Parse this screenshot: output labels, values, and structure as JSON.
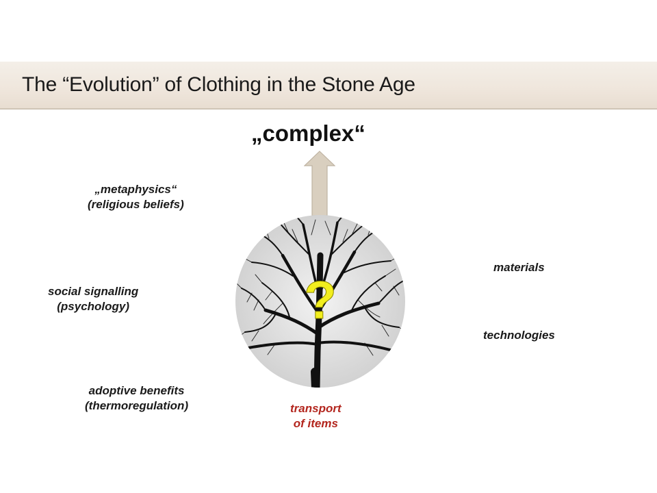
{
  "slide": {
    "title": "The “Evolution” of Clothing in the Stone Age",
    "top_label": "„complex“",
    "center_mark": "?",
    "labels": {
      "metaphysics": {
        "line1": "„metaphysics“",
        "line2": "(religious beliefs)"
      },
      "social": {
        "line1": "social signalling",
        "line2": "(psychology)"
      },
      "adoptive": {
        "line1": "adoptive benefits",
        "line2": "(thermoregulation)"
      },
      "transport": {
        "line1": "transport",
        "line2": "of items"
      },
      "materials": "materials",
      "technologies": "technologies"
    }
  },
  "colors": {
    "title_band": "#efe6dc",
    "arrow_fill": "#d9cfbf",
    "highlight_text": "#b3261e",
    "question_mark": "#f2ee1e"
  },
  "icons": {
    "arrow": "arrow-up-icon",
    "tree": "bare-tree-icon"
  }
}
